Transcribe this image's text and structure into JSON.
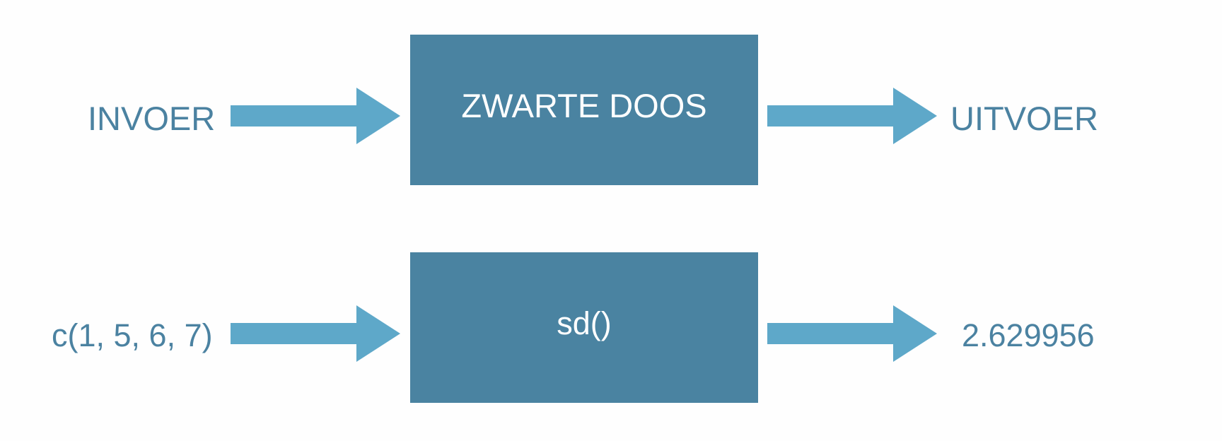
{
  "diagram": {
    "top": {
      "input": "INVOER",
      "box": "ZWARTE DOOS",
      "output": "UITVOER"
    },
    "bottom": {
      "input": "c(1, 5, 6, 7)",
      "box": "sd()",
      "output": "2.629956"
    }
  },
  "colors": {
    "box_fill": "#4a83a1",
    "arrow_fill": "#5ea8c9",
    "label_text": "#4b82a1",
    "box_text": "#ffffff"
  }
}
